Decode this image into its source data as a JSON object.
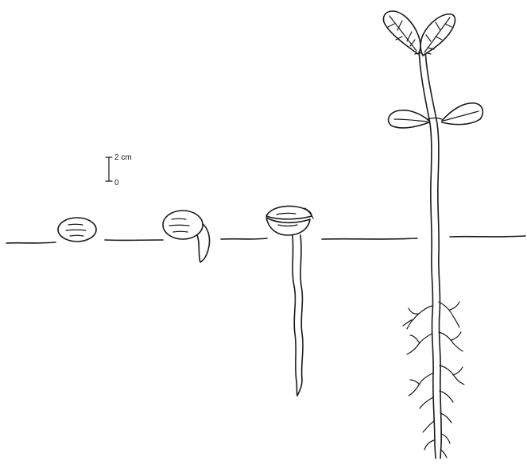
{
  "scale_bar": {
    "top_label": "2 cm",
    "bottom_label": "0"
  },
  "stages": [
    {
      "id": "seed"
    },
    {
      "id": "radicle-emerging"
    },
    {
      "id": "root-elongation"
    },
    {
      "id": "seedling-with-leaves"
    }
  ]
}
